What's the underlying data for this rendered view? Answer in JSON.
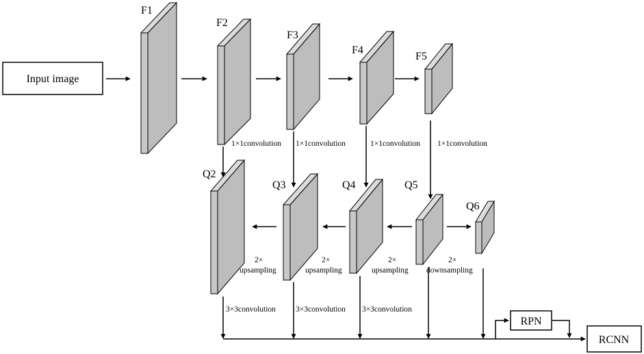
{
  "nodes": {
    "input": "Input image",
    "rpn": "RPN",
    "rcnn": "RCNN"
  },
  "layers": {
    "F1": "F1",
    "F2": "F2",
    "F3": "F3",
    "F4": "F4",
    "F5": "F5",
    "Q2": "Q2",
    "Q3": "Q3",
    "Q4": "Q4",
    "Q5": "Q5",
    "Q6": "Q6"
  },
  "operations": {
    "conv1x1": "1×1convolution",
    "conv3x3": "3×3convolution",
    "two_x": "2×",
    "upsampling": "upsampling",
    "downsampling": "downsampling"
  }
}
